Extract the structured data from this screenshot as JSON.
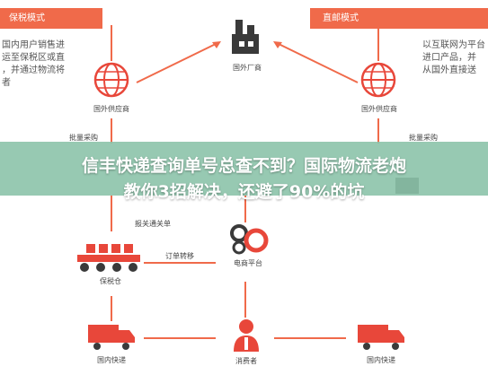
{
  "headers": {
    "left": "保税模式",
    "right": "直邮模式"
  },
  "notes": {
    "left_lines": [
      "国内用户销售进",
      "运至保税区或直",
      "，并通过物流将",
      "者"
    ],
    "right_lines": [
      "以互联网为平台",
      "进口产品，并",
      "从国外直接送"
    ]
  },
  "nodes": {
    "foreign_merchant": "国外厂商",
    "supplier_left": "国外供应商",
    "supplier_right": "国外供应商",
    "bulk_purchase_left": "批量采购",
    "bulk_purchase_right": "批量采购",
    "customs_notice": "报关通关单",
    "bonded_warehouse": "保税仓",
    "order_transfer": "订单转移",
    "ecommerce_platform": "电商平台",
    "domestic_express_left": "国内快递",
    "consumer": "消费者",
    "domestic_express_right": "国内快递"
  },
  "banner": {
    "line1": "信丰快递查询单号总查不到？国际物流老炮",
    "line2": "教你3招解决，还避了90%的坑"
  },
  "colors": {
    "accent": "#f06a4a",
    "icon_red": "#e8473a",
    "icon_dark": "#3a3a3a",
    "banner": "#8cc3aa"
  }
}
